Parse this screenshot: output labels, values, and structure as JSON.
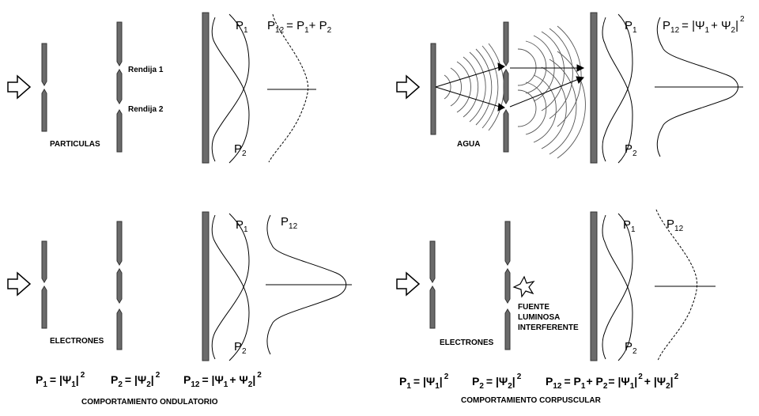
{
  "panels": {
    "particles": {
      "label": "PARTICULAS",
      "slit1": "Rendija 1",
      "slit2": "Rendija 2",
      "p1": "P",
      "p1_sub": "1",
      "p2": "P",
      "p2_sub": "2",
      "p12_eq": "P",
      "p12_sub": "12",
      "p12_rest": "= P",
      "p12_rest_sub": "1",
      "p12_rest2": "+ P",
      "p12_rest2_sub": "2"
    },
    "water": {
      "label": "AGUA",
      "p1": "P",
      "p1_sub": "1",
      "p2": "P",
      "p2_sub": "2",
      "p12_main": "P",
      "p12_sub": "12",
      "p12_eq": "= |Ψ",
      "p12_eq_sub1": "1",
      "p12_eq_mid": "+ Ψ",
      "p12_eq_sub2": "2",
      "p12_eq_end": "|",
      "p12_eq_sup": "2"
    },
    "electrons_wave": {
      "label": "ELECTRONES",
      "p1": "P",
      "p1_sub": "1",
      "p2": "P",
      "p2_sub": "2",
      "p12": "P",
      "p12_sub": "12"
    },
    "electrons_particle": {
      "label": "ELECTRONES",
      "source_lines": [
        "FUENTE",
        "LUMINOSA",
        "INTERFERENTE"
      ],
      "p1": "P",
      "p1_sub": "1",
      "p2": "P",
      "p2_sub": "2",
      "p12": "P",
      "p12_sub": "12"
    }
  },
  "equations": {
    "left": {
      "e1": "P",
      "e1_sub": "1",
      "e1_rest": "= |Ψ",
      "e1_rsub": "1",
      "e1_end": "|",
      "e1_sup": "2",
      "e2": "P",
      "e2_sub": "2",
      "e2_rest": "= |Ψ",
      "e2_rsub": "2",
      "e2_end": "|",
      "e2_sup": "2",
      "e3": "P",
      "e3_sub": "12",
      "e3_rest": "= |Ψ",
      "e3_rsub1": "1",
      "e3_mid": "+ Ψ",
      "e3_rsub2": "2",
      "e3_end": "|",
      "e3_sup": "2"
    },
    "right": {
      "e1": "P",
      "e1_sub": "1",
      "e1_rest": "= |Ψ",
      "e1_rsub": "1",
      "e1_end": "|",
      "e1_sup": "2",
      "e2": "P",
      "e2_sub": "2",
      "e2_rest": "= |Ψ",
      "e2_rsub": "2",
      "e2_end": "|",
      "e2_sup": "2",
      "e3": "P",
      "e3_sub": "12",
      "e3_rest": "= P",
      "e3_rsub1": "1",
      "e3_mid": "+ P",
      "e3_rsub2": "2",
      "e3_mid2": "= |Ψ",
      "e3_rsub3": "1",
      "e3_end": "|",
      "e3_sup": "2",
      "e3_plus": "+ |Ψ",
      "e3_rsub4": "2",
      "e3_end2": "|",
      "e3_sup2": "2"
    }
  },
  "captions": {
    "left": "COMPORTAMIENTO ONDULATORIO",
    "right": "COMPORTAMIENTO CORPUSCULAR"
  }
}
